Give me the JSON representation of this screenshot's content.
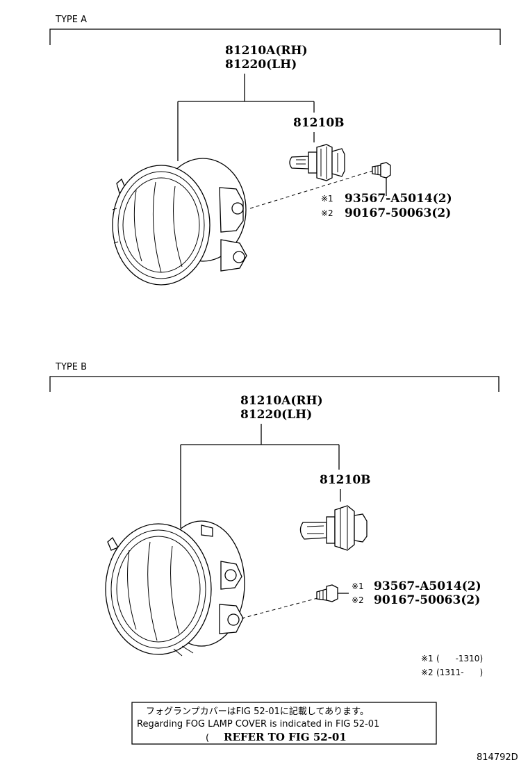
{
  "sections": [
    {
      "title": "TYPE A",
      "assembly_rh": "81210A(RH)",
      "assembly_lh": "81220(LH)",
      "bulb": "81210B",
      "screw1_mark": "※1",
      "screw1_part": "93567-A5014(2)",
      "screw2_mark": "※2",
      "screw2_part": "90167-50063(2)"
    },
    {
      "title": "TYPE B",
      "assembly_rh": "81210A(RH)",
      "assembly_lh": "81220(LH)",
      "bulb": "81210B",
      "screw1_mark": "※1",
      "screw1_part": "93567-A5014(2)",
      "screw2_mark": "※2",
      "screw2_part": "90167-50063(2)"
    }
  ],
  "footnotes": [
    {
      "mark": "※1",
      "range": "(      -1310)"
    },
    {
      "mark": "※2",
      "range": "(1311-      )"
    }
  ],
  "notice": {
    "line_jp": "フォグランプカバーはFIG 52-01に記載してあります。",
    "line_en": "Regarding FOG LAMP COVER is indicated in FIG 52-01",
    "paren": "(",
    "refer": "REFER TO FIG 52-01"
  },
  "figure_id": "814792D"
}
